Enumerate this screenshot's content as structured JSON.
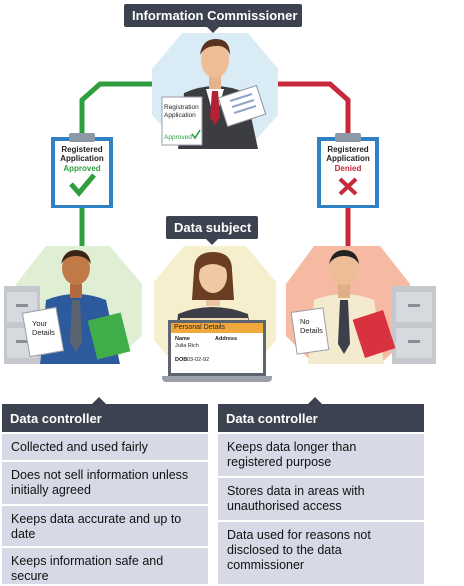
{
  "titles": {
    "commissioner": "Information Commissioner",
    "data_subject": "Data subject"
  },
  "center_doc": {
    "line1": "Registration",
    "line2": "Application",
    "stamp": "Approved"
  },
  "clipboard_left": {
    "line1": "Registered",
    "line2": "Application",
    "status": "Approved"
  },
  "clipboard_right": {
    "line1": "Registered",
    "line2": "Application",
    "status": "Denied"
  },
  "left_doc": {
    "line1": "Your",
    "line2": "Details"
  },
  "right_doc": {
    "line1": "No",
    "line2": "Details"
  },
  "laptop": {
    "header": "Personal Details",
    "name_label": "Name",
    "name_value": "Julia Rich",
    "address_label": "Address",
    "dob_label": "DOB",
    "dob_value": "03-02-92"
  },
  "left_panel": {
    "header": "Data controller",
    "items": [
      "Collected and used fairly",
      "Does not sell information unless initially agreed",
      "Keeps data accurate and up to date",
      "Keeps information safe and secure"
    ]
  },
  "right_panel": {
    "header": "Data controller",
    "items": [
      "Keeps data longer than registered purpose",
      "Stores data in areas with unauthorised access",
      "Data used for reasons not disclosed to the data commissioner"
    ]
  },
  "colors": {
    "approved": "#2e9e3f",
    "denied": "#c8283b",
    "panel": "#d7dae6",
    "header": "#3d4250"
  }
}
